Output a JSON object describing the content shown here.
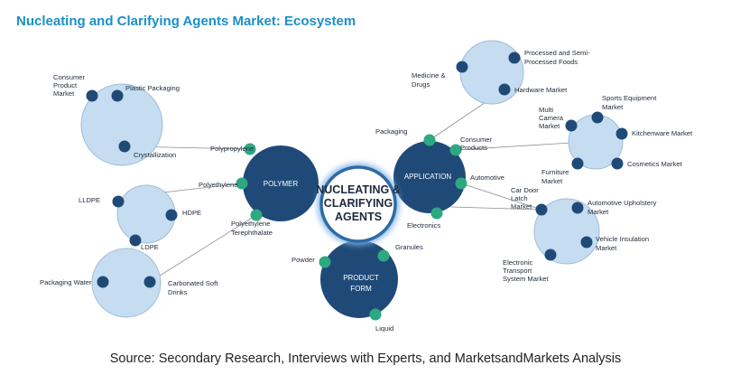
{
  "title": "Nucleating and Clarifying Agents Market: Ecosystem",
  "source": "Source: Secondary Research, Interviews with Experts, and MarketsandMarkets Analysis",
  "colors": {
    "title": "#1b8fc9",
    "hub": "#1f4a78",
    "satellite_fill": "#c6dcf0",
    "satellite_stroke": "#9fbcd9",
    "blue_node": "#1f4a78",
    "green_node": "#2ea880",
    "connector": "#8c8c8c",
    "center_ring": "#2f6aa6"
  },
  "center": {
    "line1": "NUCLEATING &",
    "line2": "CLARIFYING",
    "line3": "AGENTS"
  },
  "hubs": {
    "polymer": "POLYMER",
    "application": "APPLICATION",
    "product_form_line1": "PRODUCT",
    "product_form_line2": "FORM"
  },
  "polymer_types": {
    "polypropylene": "Polypropylene",
    "polyethylene": "Polyethylene",
    "pet_line1": "Polyethylene",
    "pet_line2": "Terephthalate"
  },
  "polypropylene_segments": {
    "consumer_line1": "Consumer",
    "consumer_line2": "Product",
    "consumer_line3": "Market",
    "plastic_packaging": "Plastic Packaging",
    "crystallization": "Crystallization"
  },
  "polyethylene_segments": {
    "lldpe": "LLDPE",
    "hdpe": "HDPE",
    "ldpe": "LDPE"
  },
  "pet_segments": {
    "packaging_water": "Packaging Water",
    "csd_line1": "Carbonated Soft",
    "csd_line2": "Drinks"
  },
  "product_forms": {
    "powder": "Powder",
    "granules": "Granules",
    "liquid": "Liquid"
  },
  "applications": {
    "packaging": "Packaging",
    "consumer_line1": "Consumer",
    "consumer_line2": "Products",
    "automotive": "Automotive",
    "electronics": "Electronics"
  },
  "packaging_segments": {
    "medicine_line1": "Medicine &",
    "medicine_line2": "Drugs",
    "processed_line1": "Processed and Semi-",
    "processed_line2": "Processed Foods",
    "hardware_market": "Hardware Market"
  },
  "consumer_segments": {
    "camera_line1": "Multi",
    "camera_line2": "Camera",
    "camera_line3": "Market",
    "sports_line1": "Sports Equipment",
    "sports_line2": "Market",
    "kitchenware": "Kitchenware Market",
    "cosmetics": "Cosmetics Market",
    "furniture_line1": "Furniture",
    "furniture_line2": "Market"
  },
  "automotive_segments": {
    "latch_line1": "Car Door",
    "latch_line2": "Latch",
    "latch_line3": "Market",
    "upholstery_line1": "Automotive Upholstery",
    "upholstery_line2": "Market",
    "insulation_line1": "Vehicle Insulation",
    "insulation_line2": "Market",
    "ets_line1": "Electronic",
    "ets_line2": "Transport",
    "ets_line3": "System Market"
  }
}
